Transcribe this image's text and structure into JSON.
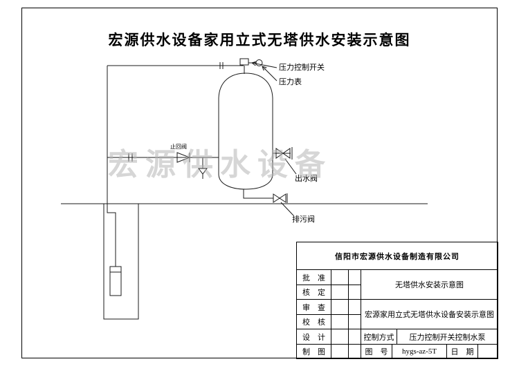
{
  "title": "宏源供水设备家用立式无塔供水安装示意图",
  "watermark": "宏源供水设备",
  "diagram": {
    "labels": {
      "pressure_switch": "压力控制开关",
      "pressure_gauge": "压力表",
      "check_valve": "止回阀",
      "outlet_valve": "出水阀",
      "drain_valve": "排污阀"
    }
  },
  "title_block": {
    "company": "信阳市宏源供水设备制造有限公司",
    "rows": [
      "批　准",
      "核　定",
      "审　查",
      "校　核",
      "设　计",
      "制　图"
    ],
    "doc_title_1": "无塔供水安装示意图",
    "doc_title_2": "宏源家用立式无塔供水设备安装示意图",
    "control_label": "控制方式",
    "control_value": "压力控制开关控制水泵",
    "drawing_no_label": "图　号",
    "drawing_no": "hygs-az-5T",
    "date_label": "日　期"
  }
}
